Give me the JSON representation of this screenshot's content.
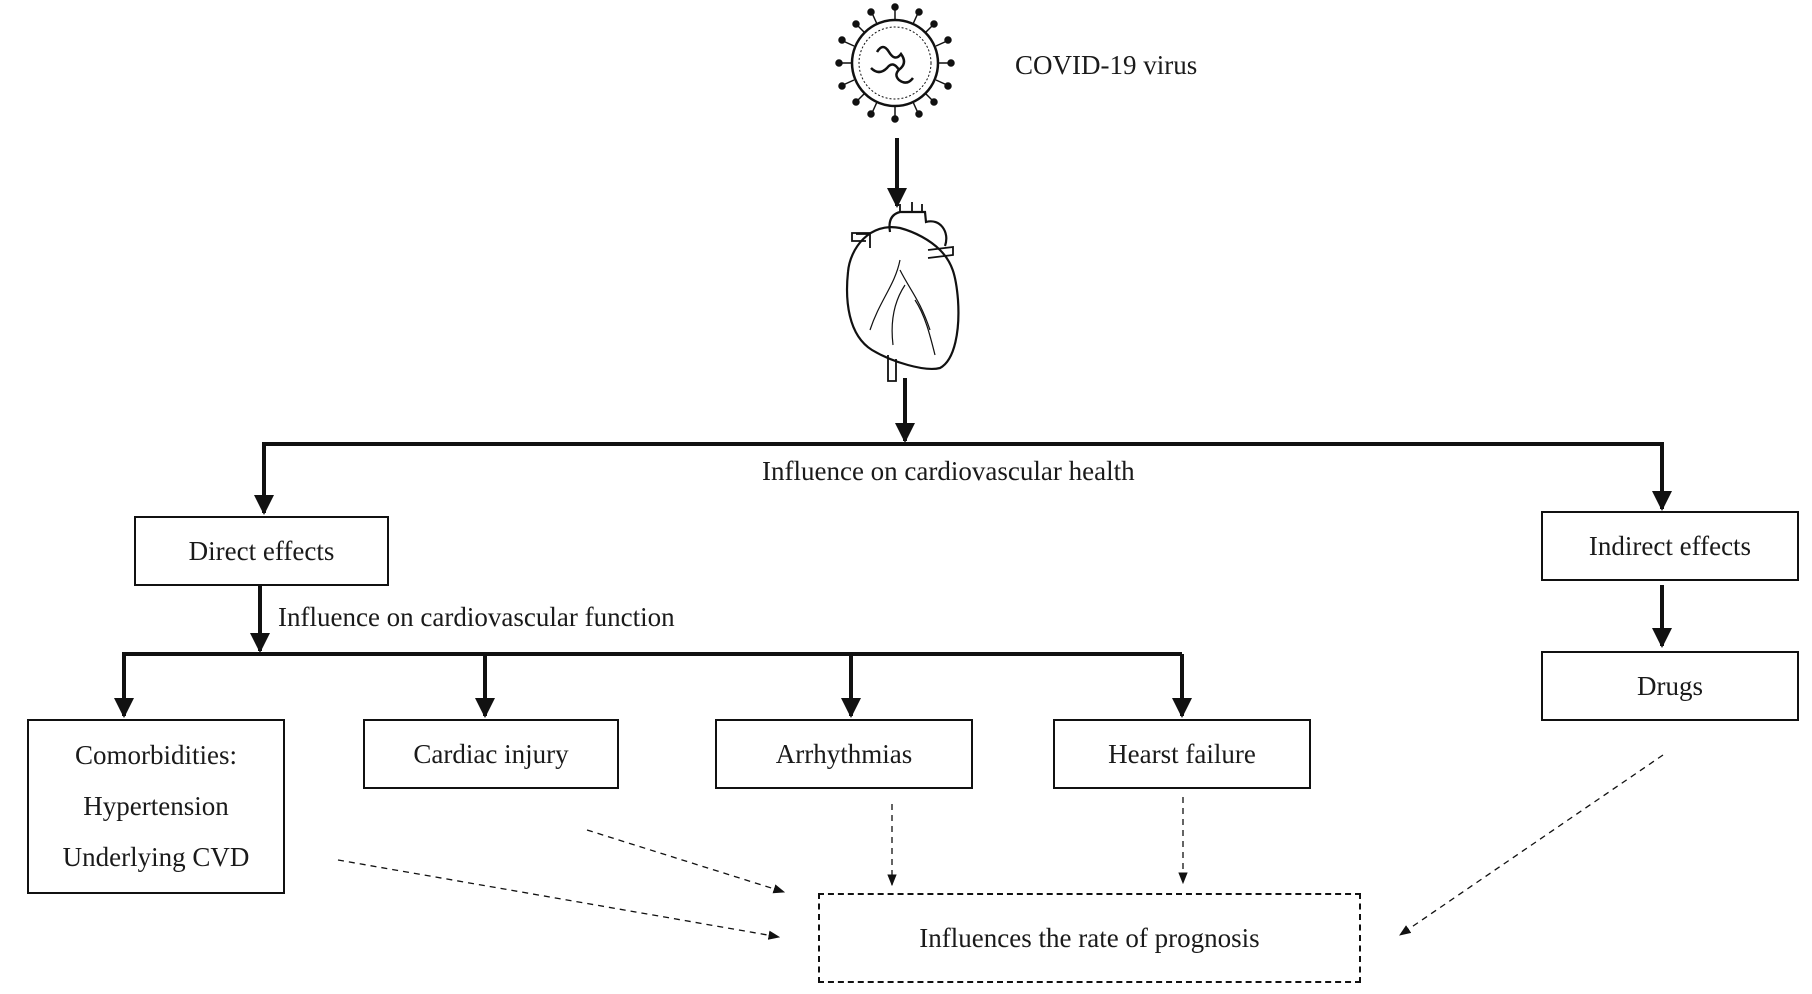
{
  "virus": {
    "label": "COVID-19 virus"
  },
  "influence_health": "Influence on cardiovascular health",
  "influence_function": "Influence on cardiovascular function",
  "direct": {
    "label": "Direct effects"
  },
  "indirect": {
    "label": "Indirect effects"
  },
  "drugs": {
    "label": "Drugs"
  },
  "comorbidities": {
    "lines": [
      "Comorbidities:",
      "Hypertension",
      "Underlying CVD"
    ]
  },
  "cardiac_injury": {
    "label": "Cardiac injury"
  },
  "arrhythmias": {
    "label": "Arrhythmias"
  },
  "heart_failure": {
    "label": "Hearst failure"
  },
  "prognosis": {
    "label": "Influences the rate of prognosis"
  }
}
